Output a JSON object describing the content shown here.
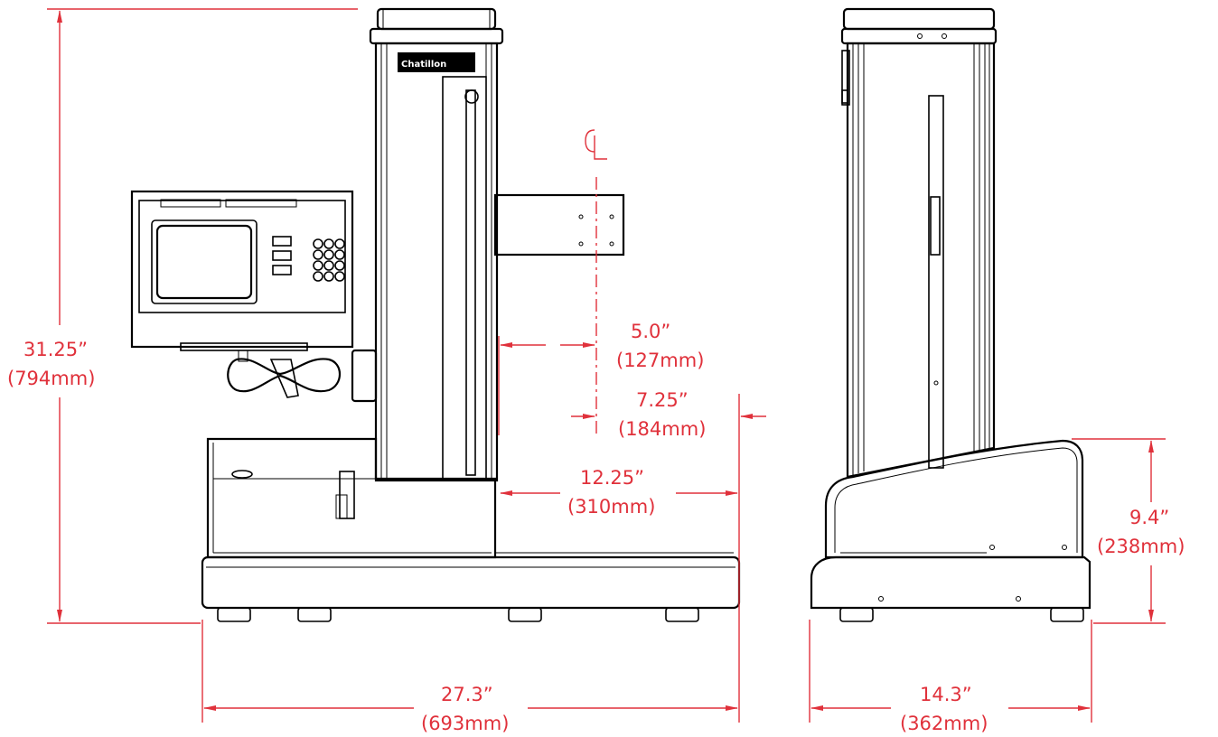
{
  "diagram": {
    "brand_logo": "Chatillon",
    "centerline_symbol": "CL",
    "dimensions": {
      "height_total": {
        "inches": "31.25”",
        "mm": "(794mm)"
      },
      "offset_center": {
        "inches": "5.0”",
        "mm": "(127mm)"
      },
      "offset_edge": {
        "inches": "7.25”",
        "mm": "(184mm)"
      },
      "base_clearance": {
        "inches": "12.25”",
        "mm": "(310mm)"
      },
      "width_front": {
        "inches": "27.3”",
        "mm": "(693mm)"
      },
      "width_side": {
        "inches": "14.3”",
        "mm": "(362mm)"
      },
      "base_height": {
        "inches": "9.4”",
        "mm": "(238mm)"
      }
    },
    "colors": {
      "dimension_lines": "#e0313b",
      "outline": "#000000",
      "background": "#ffffff"
    }
  }
}
